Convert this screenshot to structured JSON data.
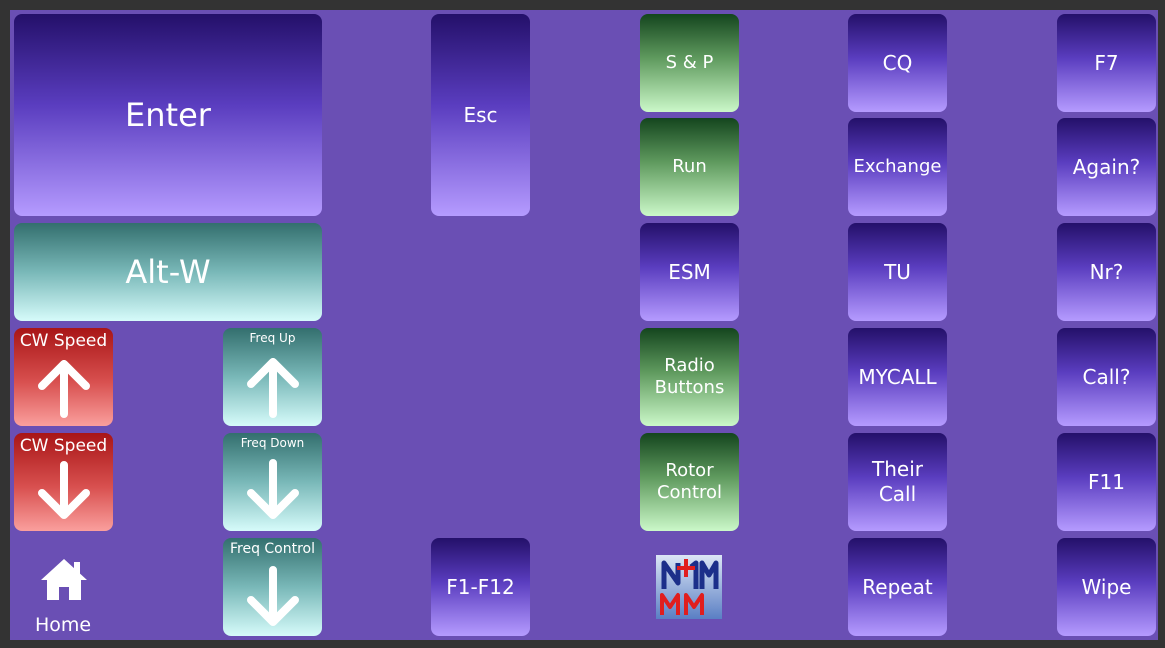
{
  "buttons": {
    "enter": "Enter",
    "alt_w": "Alt-W",
    "esc": "Esc",
    "cw_speed_up": "CW Speed",
    "cw_speed_down": "CW Speed",
    "freq_up": "Freq Up",
    "freq_down": "Freq Down",
    "freq_control": "Freq Control",
    "f1_f12": "F1-F12",
    "home": "Home",
    "s_and_p": "S & P",
    "run": "Run",
    "esm": "ESM",
    "radio_buttons_line1": "Radio",
    "radio_buttons_line2": "Buttons",
    "rotor_control_line1": "Rotor",
    "rotor_control_line2": "Control",
    "cq": "CQ",
    "exchange": "Exchange",
    "tu": "TU",
    "mycall": "MYCALL",
    "their_call_line1": "Their",
    "their_call_line2": "Call",
    "repeat": "Repeat",
    "f7": "F7",
    "again": "Again?",
    "nr": "Nr?",
    "call": "Call?",
    "f11": "F11",
    "wipe": "Wipe"
  },
  "icons": {
    "arrow_up": "arrow-up-icon",
    "arrow_down": "arrow-down-icon",
    "home": "home-icon",
    "logo": "n1mm-logo"
  },
  "colors": {
    "panel_background": "#6a4fb4",
    "purple_top": "#24106a",
    "purple_bottom": "#b59bff",
    "green_top": "#14451e",
    "green_bottom": "#cbf8c9",
    "teal_top": "#336f6e",
    "teal_bottom": "#d6fbfa",
    "red_top": "#a81516",
    "red_bottom": "#fa9f9d"
  }
}
